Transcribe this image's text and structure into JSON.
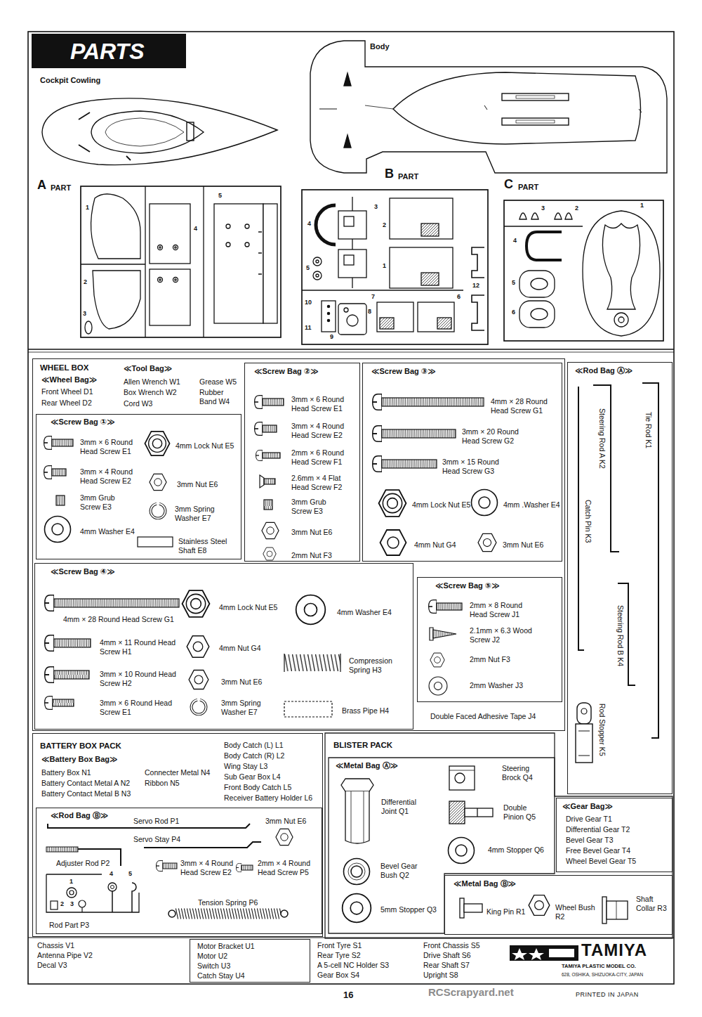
{
  "diagram": {
    "title": "PARTS",
    "nodes": [
      {
        "text": [
          "WHEEL BOX",
          "≪Wheel Bag≫",
          "Front Wheel D1",
          "Rear Wheel D2",
          "≪Tool Bag≫",
          "Allen Wrench W1",
          "Box Wrench W2",
          "Cord W3",
          "Grease W5",
          "Rubber Band W4",
          "Double Faced Adhesive Tape J4"
        ]
      },
      {
        "text": [
          "≪Screw Bag ①≫",
          "3mm × 6 Round Head Screw E1",
          "4mm Lock Nut E5",
          "3mm × 4 Round Head Screw E2",
          "3mm Nut E6",
          "3mm Grub Screw E3",
          "3mm Spring Washer E7",
          "4mm Washer E4",
          "Stainless Steel Shaft E8"
        ],
        "in": 0
      },
      {
        "text": [
          "≪Screw Bag ②≫",
          "3mm × 6 Round Head Screw E1",
          "3mm × 4 Round Head Screw E2",
          "2mm × 6 Round Head Screw F1",
          "2.6mm × 4 Flat Head Screw F2",
          "3mm Grub Screw E3",
          "3mm Nut E6",
          "2mm Nut F3"
        ],
        "in": 0
      },
      {
        "text": [
          "≪Screw Bag ③≫",
          "4mm × 28 Round Head Screw G1",
          "3mm × 20 Round Head Screw G2",
          "3mm × 15 Round Head Screw G3",
          "4mm Lock Nut E5",
          "4mm .Washer E4",
          "4mm Nut G4",
          "3mm Nut E6"
        ],
        "in": 0
      },
      {
        "text": [
          "≪Rod Bag Ⓐ≫",
          "Steering Rod A K2",
          "Tie Rod K1",
          "Catch Pin K3",
          "Steering Rod B K4",
          "Rod Stopper K5"
        ]
      },
      {
        "text": [
          "≪Screw Bag ④≫",
          "4mm × 28 Round Head Screw G1",
          "4mm Lock Nut E5",
          "4mm Washer E4",
          "4mm × 11 Round Head Screw H1",
          "4mm Nut G4",
          "Compression Spring H3",
          "3mm × 10 Round Head Screw H2",
          "3mm Nut E6",
          "3mm × 6 Round Head Screw E1",
          "3mm Spring Washer E7",
          "Brass Pipe H4"
        ],
        "in": 0
      },
      {
        "text": [
          "≪Screw Bag ⑤≫",
          "2mm × 8 Round Head Screw J1",
          "2.1mm × 6.3 Wood Screw J2",
          "2mm Nut F3",
          "2mm Washer J3"
        ],
        "in": 0
      },
      {
        "text": [
          "BATTERY BOX PACK",
          "≪Battery Box Bag≫",
          "Battery Box N1",
          "Battery Contact Metal A N2",
          "Battery Contact Metal B N3",
          "Connecter Metal N4",
          "Ribbon N5",
          "Body Catch (L) L1",
          "Body Catch (R) L2",
          "Wing Stay L3",
          "Sub Gear Box L4",
          "Front Body Catch L5",
          "Receiver Battery Holder L6"
        ]
      },
      {
        "text": [
          "≪Rod Bag Ⓑ≫",
          "Servo Rod P1",
          "3mm Nut E6",
          "Servo Stay P4",
          "Adjuster Rod P2",
          "3mm × 4 Round Head Screw E2",
          "2mm × 4 Round Head Screw P5",
          "Tension Spring P6",
          "Rod Part P3"
        ],
        "in": 7
      },
      {
        "text": [
          "BLISTER PACK"
        ]
      },
      {
        "text": [
          "≪Metal Bag Ⓐ≫",
          "Differential Joint Q1",
          "Steering Brock Q4",
          "Double Pinion Q5",
          "4mm Stopper Q6",
          "Bevel Gear Bush Q2",
          "5mm Stopper Q3"
        ],
        "in": 9
      },
      {
        "text": [
          "≪Gear Bag≫",
          "Drive Gear T1",
          "Differential Gear T2",
          "Bevel Gear T3",
          "Free Bevel Gear T4",
          "Wheel Bevel Gear T5"
        ],
        "in": 9
      },
      {
        "text": [
          "≪Metal Bag Ⓑ≫",
          "King Pin R1",
          "Wheel Bush R2",
          "Shaft Collar R3"
        ],
        "in": 9
      },
      {
        "text": [
          "Motor Bracket U1",
          "Motor U2",
          "Switch U3",
          "Catch Stay U4"
        ]
      },
      {
        "text": [
          "TAMIYA",
          "TAMIYA PLASTIC MODEL CO.",
          "628, OSHIKA, SHIZUOKA-CITY, JAPAN"
        ]
      }
    ],
    "labels": [
      "Cockpit Cowling",
      "Body",
      "A",
      "PART",
      "B",
      "PART",
      "C",
      "PART",
      "1",
      "2",
      "3",
      "4",
      "5",
      "3",
      "2",
      "1",
      "4",
      "5",
      "7",
      "6",
      "10",
      "11",
      "9",
      "8",
      "12",
      "3",
      "2",
      "1",
      "4",
      "5",
      "6",
      "1",
      "2",
      "3",
      "4",
      "5",
      "Chassis V1",
      "Antenna Pipe V2",
      "Decal V3",
      "Front Tyre S1",
      "Rear Tyre S2",
      "A 5-cell NC Holder S3",
      "Gear Box S4",
      "Front Chassis S5",
      "Drive Shaft S6",
      "Rear Shaft S7",
      "Upright S8",
      "16",
      "PRINTED IN JAPAN",
      "RCScrapyard.net"
    ]
  }
}
